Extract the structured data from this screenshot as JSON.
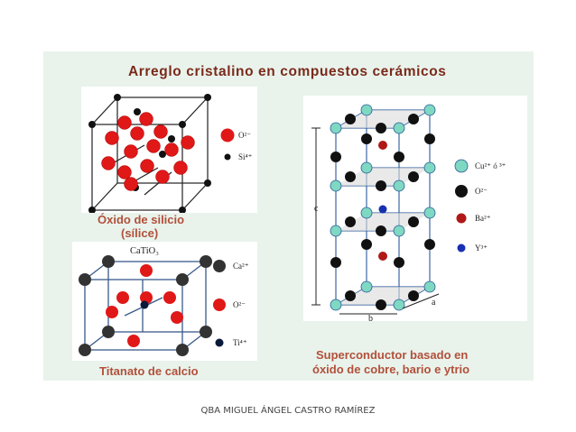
{
  "slide": {
    "title": "Arreglo cristalino en compuestos cerámicos",
    "footer": "QBA MIGUEL ÁNGEL CASTRO RAMÍREZ"
  },
  "silica": {
    "caption_line1": "Óxido de silicio",
    "caption_line2": "(sílice)",
    "legend": [
      {
        "label": "O²⁻",
        "color": "#e01818"
      },
      {
        "label": "Si⁴⁺",
        "color": "#111111"
      }
    ]
  },
  "titanate": {
    "formula": "CaTiO₃",
    "caption": "Titanato de calcio",
    "legend": [
      {
        "label": "Ca²⁺",
        "color": "#333333"
      },
      {
        "label": "O²⁻",
        "color": "#e01818"
      },
      {
        "label": "Ti⁴⁺",
        "color": "#0a1a3a"
      }
    ]
  },
  "superconductor": {
    "caption_line1": "Superconductor basado en",
    "caption_line2": "óxido de cobre, bario e ytrio",
    "axis_c": "c",
    "axis_a": "a",
    "axis_b": "b",
    "legend": [
      {
        "label": "Cu²⁺ ó ³⁺",
        "color": "#7fd8c2"
      },
      {
        "label": "O²⁻",
        "color": "#111111"
      },
      {
        "label": "Ba²⁺",
        "color": "#b01818"
      },
      {
        "label": "Y³⁺",
        "color": "#1830b0"
      }
    ]
  }
}
